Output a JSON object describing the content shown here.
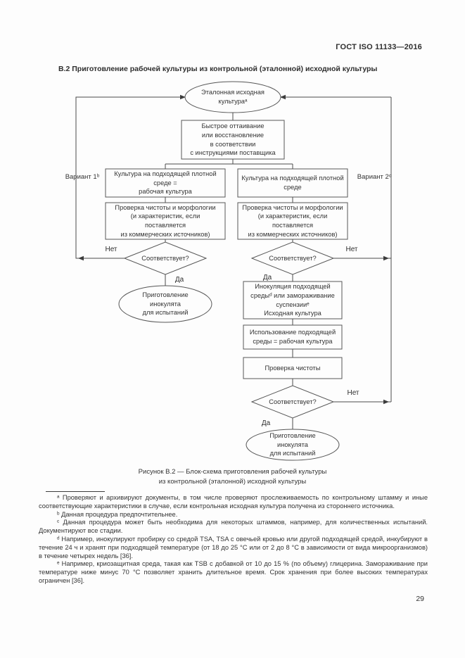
{
  "header": {
    "standard_ref": "ГОСТ ISO 11133—2016"
  },
  "title": "В.2 Приготовление рабочей культуры из контрольной (эталонной) исходной культуры",
  "flowchart": {
    "start": "Эталонная исходная\nкультураᵃ",
    "thaw": "Быстрое оттаивание\nили восстановление\nв соответствии\nс инструкциями поставщика",
    "variant1": "Вариант 1ᵇ",
    "variant2": "Вариант 2ᶜ",
    "culture_solid_work": "Культура на подходящей плотной\nсреде =\nрабочая культура",
    "culture_solid": "Культура на подходящей плотной\nсреде",
    "purity_check_full": "Проверка чистоты и морфологии\n(и характеристик, если\nпоставляется\nиз коммерческих источников)",
    "decision_label": "Соответствует?",
    "yes_label": "Да",
    "no_label": "Нет",
    "end_label": "Приготовление\nинокулята\nдля испытаний",
    "inoculation": "Инокуляция подходящей\nсредыᵈ или замораживание\nсуспензииᵉ\nИсходная культура",
    "use_medium": "Использование подходящей\nсреды = рабочая культура",
    "purity_check_short": "Проверка чистоты"
  },
  "caption": "Рисунок В.2 — Блок-схема приготовления рабочей культуры\nиз контрольной (эталонной) исходной культуры",
  "footnotes": [
    "ᵃ Проверяют и архивируют документы, в том числе проверяют прослеживаемость по контрольному штамму и иные соответствующие характеристики в случае, если контрольная исходная культура получена из стороннего источника.",
    "ᵇ Данная процедура предпочтительнее.",
    "ᶜ Данная процедура может быть необходима для некоторых штаммов, например, для количественных испытаний. Документируют все стадии.",
    "ᵈ Например, инокулируют пробирку со средой TSA, TSA с овечьей кровью или другой подходящей средой, инкубируют в течение 24 ч и хранят при подходящей температуре (от 18 до 25 °С или от 2 до 8 °С в зависимости от вида микроорганизмов) в течение четырех недель [36].",
    "ᵉ Например, криозащитная среда, такая как TSB с добавкой от 10 до 15 % (по объему) глицерина. Замораживание при температуре ниже минус 70 °С позволяет хранить длительное время. Срок хранения при более высоких температурах ограничен [36]."
  ],
  "page_number": "29"
}
